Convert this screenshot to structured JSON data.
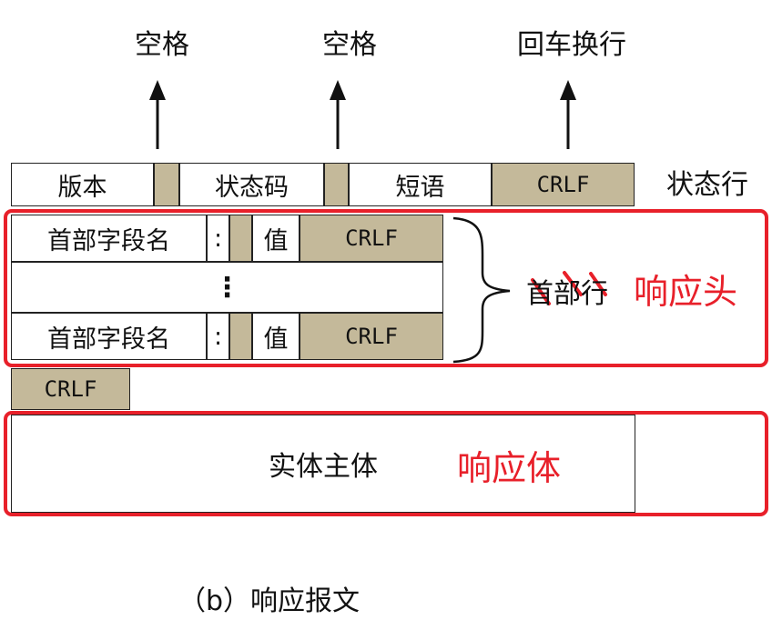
{
  "top_labels": {
    "space1": "空格",
    "space2": "空格",
    "crlf_label": "回车换行"
  },
  "status_line": {
    "version": "版本",
    "status_code": "状态码",
    "phrase": "短语",
    "crlf": "CRLF",
    "label": "状态行"
  },
  "header_rows": [
    {
      "name": "首部字段名",
      "colon": ":",
      "value": "值",
      "crlf": "CRLF"
    },
    {
      "name": "首部字段名",
      "colon": ":",
      "value": "值",
      "crlf": "CRLF"
    }
  ],
  "header_ellipsis": "⋮",
  "header_lines_label": "首部行",
  "response_header_label": "响应头",
  "blank_line_crlf": "CRLF",
  "entity_body_label": "实体主体",
  "response_body_label": "响应体",
  "caption": "（b）响应报文",
  "colors": {
    "tan": "#c4b99a",
    "annotation_red": "#e8202a"
  }
}
